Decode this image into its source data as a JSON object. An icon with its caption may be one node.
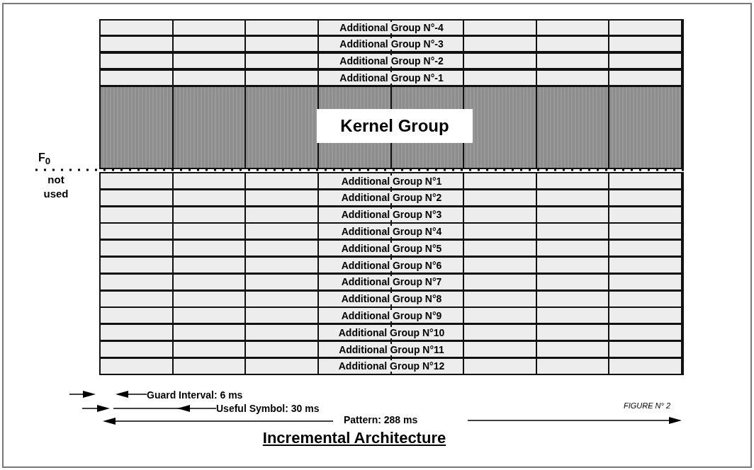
{
  "diagram": {
    "title": "Incremental Architecture",
    "nodes": [
      {
        "text": [
          "Additional Group N°-4"
        ]
      },
      {
        "text": [
          "Additional Group N°-3"
        ]
      },
      {
        "text": [
          "Additional Group N°-2"
        ]
      },
      {
        "text": [
          "Additional Group N°-1"
        ]
      },
      {
        "text": [
          "Kernel Group"
        ]
      },
      {
        "text": [
          "Additional Group N°1"
        ]
      },
      {
        "text": [
          "Additional Group N°2"
        ]
      },
      {
        "text": [
          "Additional Group N°3"
        ]
      },
      {
        "text": [
          "Additional Group N°4"
        ]
      },
      {
        "text": [
          "Additional Group N°5"
        ]
      },
      {
        "text": [
          "Additional Group N°6"
        ]
      },
      {
        "text": [
          "Additional Group N°7"
        ]
      },
      {
        "text": [
          "Additional Group N°8"
        ]
      },
      {
        "text": [
          "Additional Group N°9"
        ]
      },
      {
        "text": [
          "Additional Group N°10"
        ]
      },
      {
        "text": [
          "Additional Group N°11"
        ]
      },
      {
        "text": [
          "Additional Group N°12"
        ]
      }
    ],
    "labels": [
      "F$_{0}$",
      "not used",
      "Guard Interval: 6 ms",
      "Useful Symbol: 30 ms",
      "Pattern: 288 ms",
      "FIGURE N° 2"
    ]
  }
}
